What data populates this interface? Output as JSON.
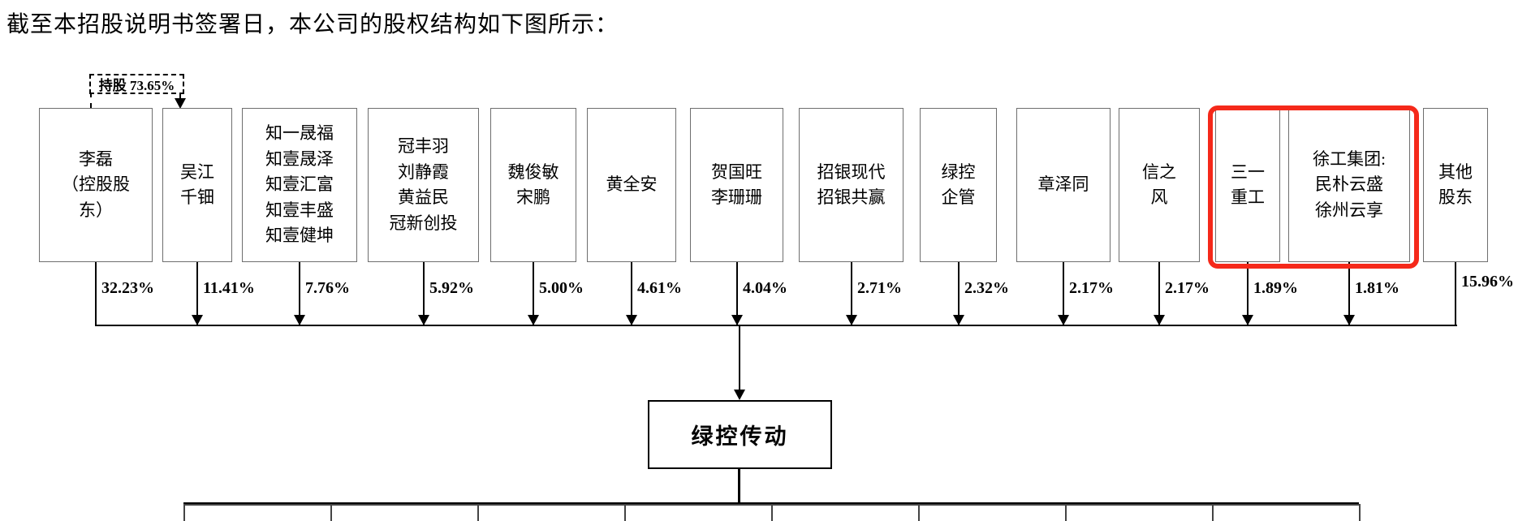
{
  "page": {
    "heading": "截至本招股说明书签署日，本公司的股权结构如下图所示："
  },
  "annotation": {
    "label": "持股 73.65%",
    "from": "李磊（控股股东）",
    "to": "吴江千钿"
  },
  "shareholders": [
    {
      "name": "李磊\n（控股股\n东）",
      "pct": "32.23%",
      "highlighted": false
    },
    {
      "name": "吴江\n千钿",
      "pct": "11.41%",
      "highlighted": false
    },
    {
      "name": "知一晟福\n知壹晟泽\n知壹汇富\n知壹丰盛\n知壹健坤",
      "pct": "7.76%",
      "highlighted": false
    },
    {
      "name": "冠丰羽\n刘静霞\n黄益民\n冠新创投",
      "pct": "5.92%",
      "highlighted": false
    },
    {
      "name": "魏俊敏\n宋鹏",
      "pct": "5.00%",
      "highlighted": false
    },
    {
      "name": "黄全安",
      "pct": "4.61%",
      "highlighted": false
    },
    {
      "name": "贺国旺\n李珊珊",
      "pct": "4.04%",
      "highlighted": false
    },
    {
      "name": "招银现代\n招银共赢",
      "pct": "2.71%",
      "highlighted": false
    },
    {
      "name": "绿控\n企管",
      "pct": "2.32%",
      "highlighted": false
    },
    {
      "name": "章泽同",
      "pct": "2.17%",
      "highlighted": false
    },
    {
      "name": "信之\n风",
      "pct": "2.17%",
      "highlighted": false
    },
    {
      "name": "三一\n重工",
      "pct": "1.89%",
      "highlighted": true
    },
    {
      "name": "徐工集团:\n民朴云盛\n徐州云享",
      "pct": "1.81%",
      "highlighted": true
    },
    {
      "name": "其他\n股东",
      "pct": "15.96%",
      "highlighted": false
    }
  ],
  "company": {
    "name": "绿控传动"
  },
  "bottom_row": {
    "visible_box_count": 8
  },
  "colors": {
    "highlight_red": "#f5291a",
    "line_black": "#000000",
    "box_border_gray": "#6e6e6e"
  }
}
